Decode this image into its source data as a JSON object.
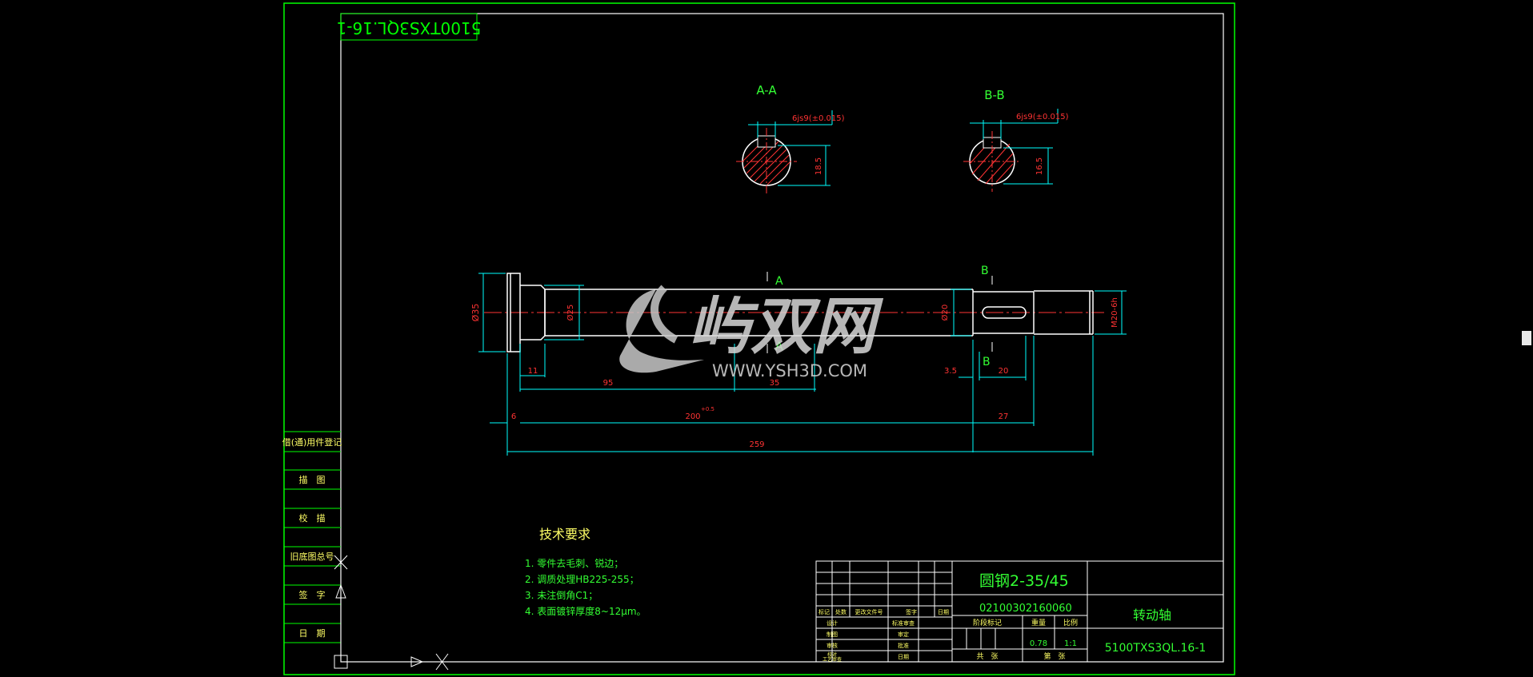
{
  "colors": {
    "frame": "#00ff00",
    "dimension": "#00ffff",
    "centerline": "#ff3333",
    "text_red": "#ff3333",
    "text_green": "#33ff33",
    "white": "#ffffff",
    "background": "#000000"
  },
  "top_box": {
    "drawing_number_mirrored": "5100TXS3QL.16-1"
  },
  "sections": {
    "a": {
      "title": "A-A",
      "tolerance": "6js9(±0.015)",
      "depth": "18.5"
    },
    "b": {
      "title": "B-B",
      "tolerance": "6js9(±0.015)",
      "depth": "16.5"
    }
  },
  "shaft": {
    "section_marks": [
      "A",
      "B",
      "A",
      "B"
    ],
    "diameters": [
      "Ø35",
      "Ø25",
      "Ø20",
      "M20-6h"
    ],
    "dims": {
      "d11": "11",
      "d95": "95",
      "d35": "35",
      "d3_5": "3.5",
      "d20": "20",
      "d6": "6",
      "d200": "200",
      "d200_tol": "+0.5",
      "d27": "27",
      "d259": "259"
    }
  },
  "tech_req": {
    "title": "技术要求",
    "items": [
      "1. 零件去毛刺、锐边；",
      "2. 调质处理HB225-255；",
      "3. 未注倒角C1；",
      "4. 表面镀锌厚度8~12μm。"
    ]
  },
  "side_table": {
    "rows": [
      "借(通)用件登记",
      "描　图",
      "校　描",
      "旧底图总号",
      "签　字",
      "日　期"
    ]
  },
  "title_block": {
    "material": "圆钢2-35/45",
    "code": "02100302160060",
    "part_name": "转动轴",
    "drawing_no": "5100TXS3QL.16-1",
    "weight": "0.78",
    "scale": "1:1",
    "header_row": [
      "标记",
      "处数",
      "更改文件号",
      "签字",
      "日期"
    ],
    "role_rows": [
      "设计",
      "制图",
      "审核",
      "校对",
      "工艺审查"
    ],
    "role_right": [
      "标准审查",
      "审定",
      "批准",
      "日期"
    ],
    "stage_labels": [
      "阶段标记",
      "重量",
      "比例"
    ],
    "bottom_labels": [
      "共　张",
      "第　张"
    ]
  },
  "watermark": {
    "name": "屿双网",
    "url": "WWW.YSH3D.COM"
  }
}
